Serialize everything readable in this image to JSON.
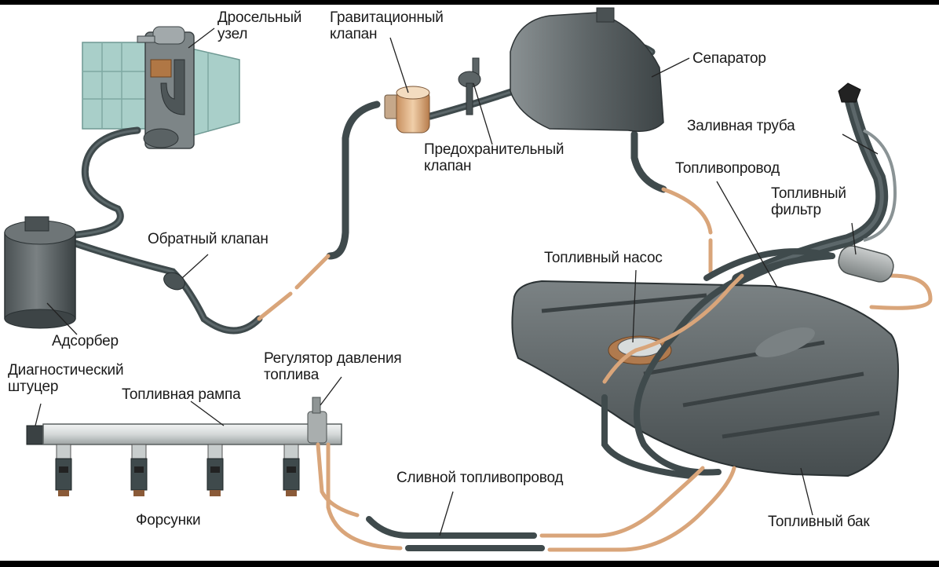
{
  "diagram": {
    "title": "Fuel system diagram",
    "colors": {
      "background": "#ffffff",
      "frame": "#000000",
      "hose_dark": "#3f4a4c",
      "hose_light": "#6f7c7e",
      "copper_tube": "#d9a57a",
      "tank_body": "#5d6466",
      "intake_body": "#a9cfc9",
      "label_text": "#1a1a1a"
    },
    "labels": {
      "throttle_body": [
        "Дросельный",
        "узел"
      ],
      "gravity_valve": [
        "Гравитационный",
        "клапан"
      ],
      "safety_valve": [
        "Предохранительный",
        "клапан"
      ],
      "separator": [
        "Сепаратор"
      ],
      "filler_pipe": [
        "Заливная труба"
      ],
      "fuel_line": [
        "Топливопровод"
      ],
      "fuel_filter": [
        "Топливный",
        "фильтр"
      ],
      "fuel_pump": [
        "Топливный насос"
      ],
      "check_valve": [
        "Обратный клапан"
      ],
      "adsorber": [
        "Адсорбер"
      ],
      "diagnostic_fitting": [
        "Диагностический",
        "штуцер"
      ],
      "fuel_rail": [
        "Топливная рампа"
      ],
      "pressure_regulator": [
        "Регулятор давления",
        "топлива"
      ],
      "injectors": [
        "Форсунки"
      ],
      "return_line": [
        "Сливной топливопровод"
      ],
      "fuel_tank": [
        "Топливный бак"
      ]
    }
  }
}
